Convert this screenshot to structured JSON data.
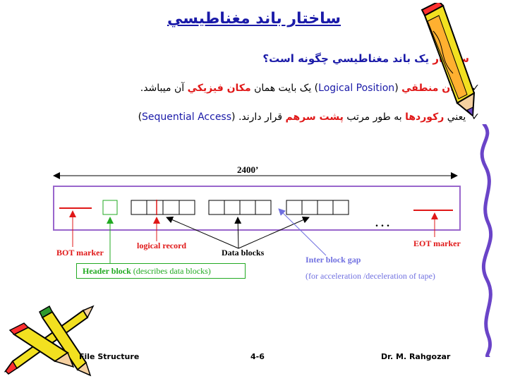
{
  "slide": {
    "title": "ساختار باند مغناطيسي",
    "question": {
      "highlight": "ساختار",
      "rest": " يک باند مغناطيسي چگونه است؟"
    },
    "bullets": [
      {
        "check": "✓",
        "p1": "مکان منطقي",
        "p2": " (",
        "p3": "Logical Position",
        "p4": ") يک بايت همان ",
        "p5": "مکان فيزيکي",
        "p6": " آن ميباشد."
      },
      {
        "check": "✓",
        "p1": "يعني ",
        "p2": "رکوردها",
        "p3": " به طور مرتب ",
        "p4": "پشت سرهم",
        "p5": " قرار دارند. (",
        "p6": "Sequential Access",
        "p7": ")"
      }
    ]
  },
  "diagram": {
    "length_label": "2400’",
    "ellipsis": ". . .",
    "labels": {
      "bot_marker": "BOT marker",
      "logical_record": "logical record",
      "data_blocks": "Data blocks",
      "inter_block_gap": "Inter block gap",
      "inter_block_gap_note": "(for acceleration /deceleration of tape)",
      "eot_marker": "EOT marker",
      "header_block_bold": "Header block",
      "header_block_note": " (describes data blocks)"
    },
    "colors": {
      "tape_border": "#9966cc",
      "marker_red": "#e01818",
      "header_green": "#22aa22",
      "gap_blue": "#7070e0"
    }
  },
  "footer": {
    "left": "File Structure",
    "center": "4-6",
    "right": "Dr. M. Rahgozar"
  },
  "decor": {
    "pencil_top_right": "pencil-icon",
    "pencils_bottom_left": "crossed-pencils-icon",
    "curly_line": "curly-border-icon"
  }
}
